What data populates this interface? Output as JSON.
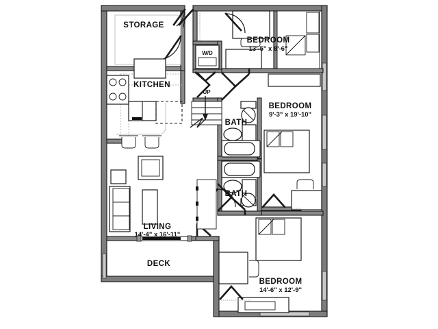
{
  "plan": {
    "background_color": "#ffffff",
    "wall_color": "#7d7d7d",
    "line_color": "#1a1a1a",
    "rooms": [
      {
        "id": "storage",
        "name": "STORAGE",
        "dimensions": ""
      },
      {
        "id": "kitchen",
        "name": "KITCHEN",
        "dimensions": ""
      },
      {
        "id": "living",
        "name": "LIVING",
        "dimensions": "14'-4\" x 16'-11\""
      },
      {
        "id": "deck",
        "name": "DECK",
        "dimensions": ""
      },
      {
        "id": "bedroom1",
        "name": "BEDROOM",
        "dimensions": "13'-5\" x 8'-6\""
      },
      {
        "id": "bedroom2",
        "name": "BEDROOM",
        "dimensions": "9'-3\" x 19'-10\""
      },
      {
        "id": "bedroom3",
        "name": "BEDROOM",
        "dimensions": "14'-6\" x 12'-9\""
      },
      {
        "id": "bath1",
        "name": "BATH",
        "dimensions": ""
      },
      {
        "id": "bath2",
        "name": "BATH",
        "dimensions": ""
      }
    ],
    "annotations": {
      "washer_dryer": "W/D",
      "stairs_up": "UP"
    },
    "fixtures": {
      "range": "range-stove-icon",
      "sink": "kitchen-sink-icon",
      "bathtub": "bathtub-icon",
      "toilet": "toilet-icon",
      "lavatory": "bath-sink-icon",
      "bed": "bed-icon",
      "sofa": "sofa-icon",
      "armchair": "armchair-icon",
      "coffee_table": "coffee-table-icon",
      "desk": "desk-icon",
      "dresser": "dresser-icon",
      "bar_stool": "bar-stool-icon",
      "door": "door-swing-icon",
      "window": "window-icon"
    }
  }
}
